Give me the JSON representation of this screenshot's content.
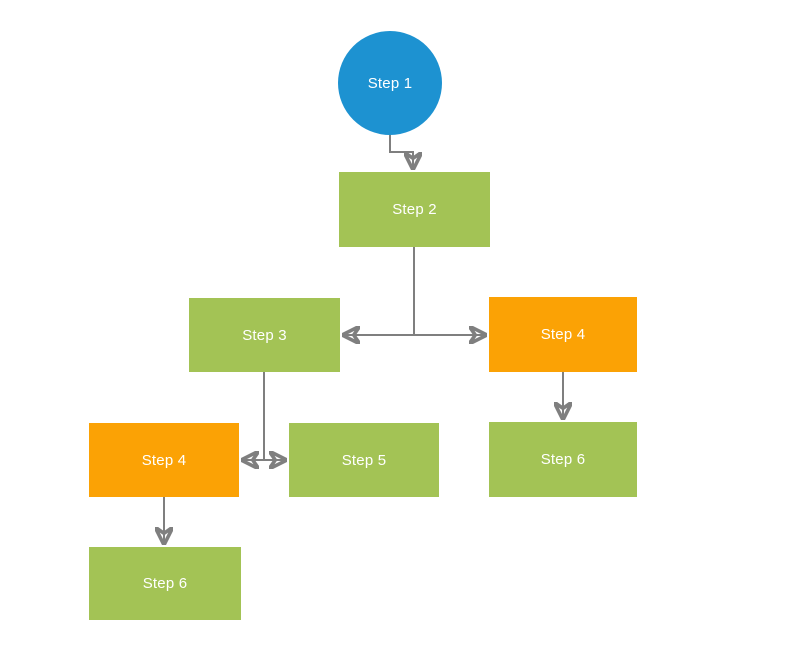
{
  "diagram": {
    "type": "flowchart",
    "nodes": [
      {
        "id": "step1",
        "label": "Step 1",
        "shape": "circle",
        "color": "blue"
      },
      {
        "id": "step2",
        "label": "Step 2",
        "shape": "rect",
        "color": "green"
      },
      {
        "id": "step3",
        "label": "Step 3",
        "shape": "rect",
        "color": "green"
      },
      {
        "id": "step4r",
        "label": "Step 4",
        "shape": "rect",
        "color": "orange"
      },
      {
        "id": "step6r",
        "label": "Step 6",
        "shape": "rect",
        "color": "green"
      },
      {
        "id": "step4l",
        "label": "Step 4",
        "shape": "rect",
        "color": "orange"
      },
      {
        "id": "step5",
        "label": "Step 5",
        "shape": "rect",
        "color": "green"
      },
      {
        "id": "step6l",
        "label": "Step 6",
        "shape": "rect",
        "color": "green"
      }
    ],
    "edges": [
      {
        "from": "step1",
        "to": "step2",
        "style": "elbow",
        "arrow": "end"
      },
      {
        "from": "step2",
        "to": "step3",
        "style": "t-branch",
        "arrow": "end"
      },
      {
        "from": "step2",
        "to": "step4r",
        "style": "t-branch",
        "arrow": "end"
      },
      {
        "from": "step3",
        "to": "step4l",
        "style": "t-branch",
        "arrow": "end"
      },
      {
        "from": "step3",
        "to": "step5",
        "style": "t-branch",
        "arrow": "end"
      },
      {
        "from": "step4l",
        "to": "step6l",
        "style": "straight",
        "arrow": "end"
      },
      {
        "from": "step4r",
        "to": "step6r",
        "style": "straight",
        "arrow": "end"
      }
    ]
  },
  "colors": {
    "blue": "#1d92d1",
    "green": "#a3c355",
    "orange": "#fba205",
    "line": "#7f7f7f",
    "arrowhead": "#4d4d4d",
    "label": "#ffffff",
    "background": "#ffffff"
  }
}
